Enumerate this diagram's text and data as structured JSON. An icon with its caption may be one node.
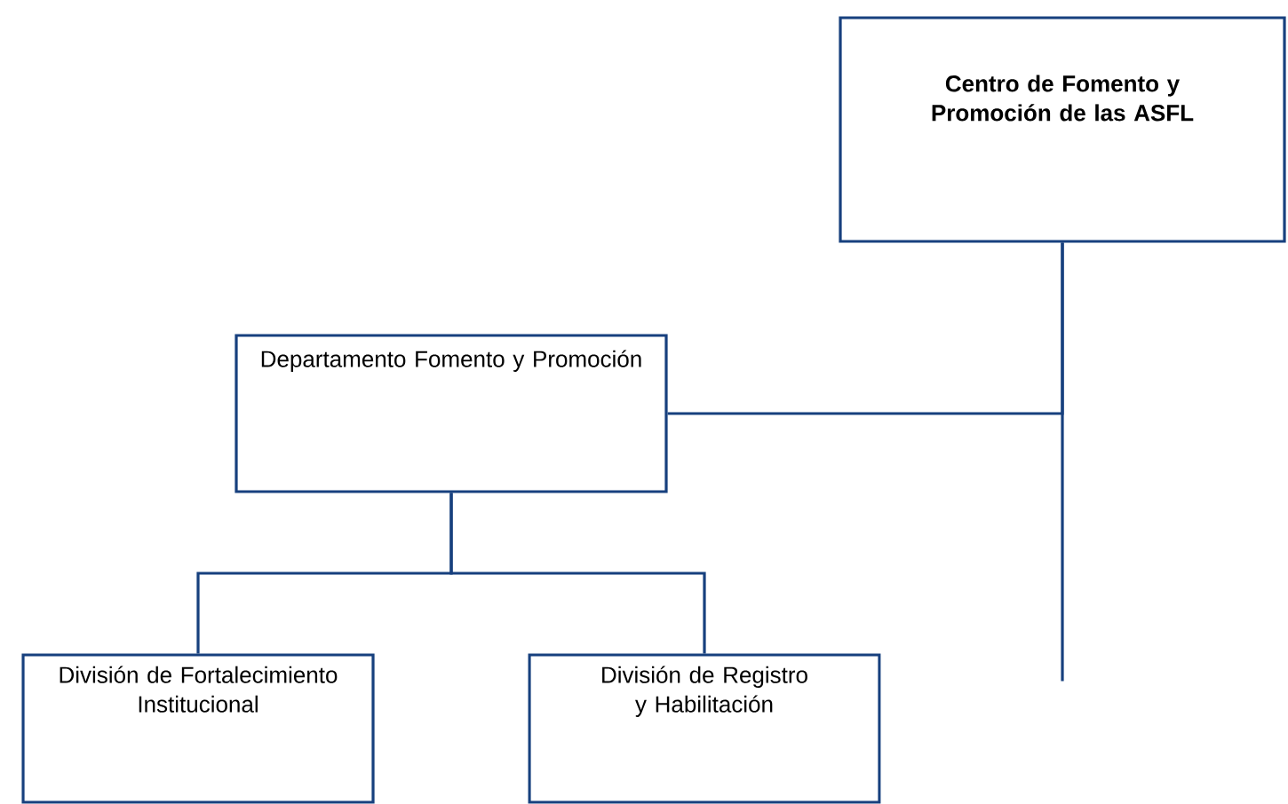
{
  "diagram": {
    "nodes": [
      {
        "text": [
          "Centro de Fomento y Promoción de las ASFL"
        ]
      },
      {
        "text": [
          "Departamento Fomento y Promoción"
        ]
      },
      {
        "text": [
          "División de Fortalecimiento Institucional"
        ]
      },
      {
        "text": [
          "División de Registro y Habilitación"
        ]
      }
    ],
    "edges": [
      {
        "from": 0,
        "to": 1,
        "arrow": "none"
      },
      {
        "from": 0,
        "to": null,
        "arrow": "none"
      },
      {
        "from": 1,
        "to": 2,
        "arrow": "none"
      },
      {
        "from": 1,
        "to": 3,
        "arrow": "none"
      }
    ]
  }
}
